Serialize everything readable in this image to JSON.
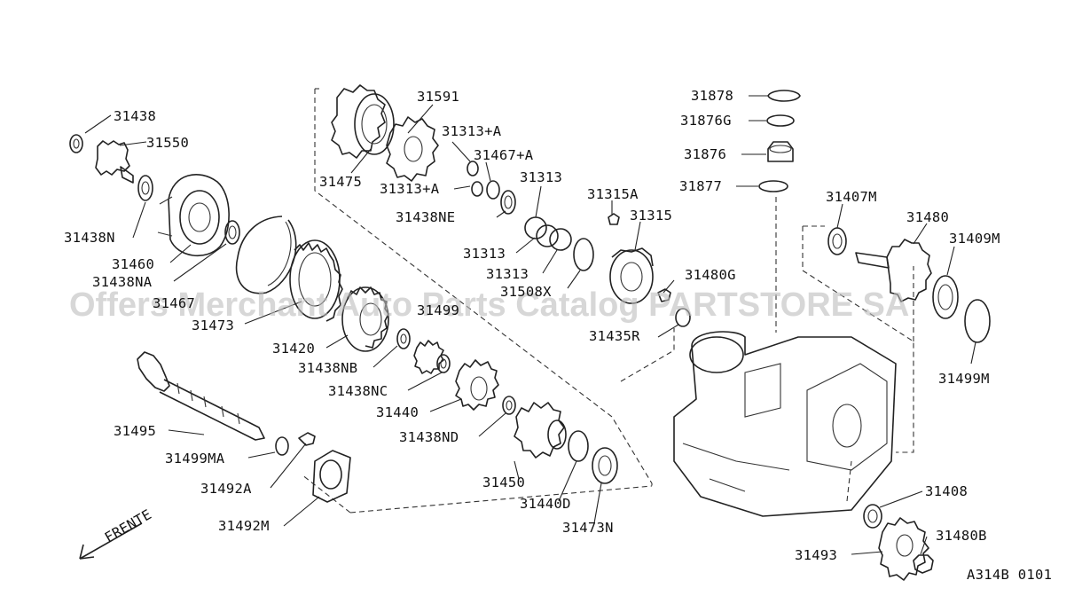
{
  "diagram": {
    "watermark": "Offers Merchant Auto Parts Catalog PARTSTORE SA",
    "drawing_code": "A314B 0101",
    "direction_label": "FRENTE",
    "labels": {
      "p31438": "31438",
      "p31550": "31550",
      "p31438N": "31438N",
      "p31460": "31460",
      "p31438NA": "31438NA",
      "p31467": "31467",
      "p31473": "31473",
      "p31420": "31420",
      "p31438NB": "31438NB",
      "p31499": "31499",
      "p31438NC": "31438NC",
      "p31440": "31440",
      "p31438ND": "31438ND",
      "p31450": "31450",
      "p31440D": "31440D",
      "p31473N": "31473N",
      "p31495": "31495",
      "p31499MA": "31499MA",
      "p31492A": "31492A",
      "p31492M": "31492M",
      "p31475": "31475",
      "p31591": "31591",
      "p31313A1": "31313+A",
      "p31467A": "31467+A",
      "p31313A2": "31313+A",
      "p31438NE": "31438NE",
      "p31313a": "31313",
      "p31313b": "31313",
      "p31313c": "31313",
      "p31508X": "31508X",
      "p31315A": "31315A",
      "p31315": "31315",
      "p31480G": "31480G",
      "p31435R": "31435R",
      "p31878": "31878",
      "p31876G": "31876G",
      "p31876": "31876",
      "p31877": "31877",
      "p31407M": "31407M",
      "p31480": "31480",
      "p31409M": "31409M",
      "p31499M": "31499M",
      "p31408": "31408",
      "p31480B": "31480B",
      "p31493": "31493"
    }
  }
}
